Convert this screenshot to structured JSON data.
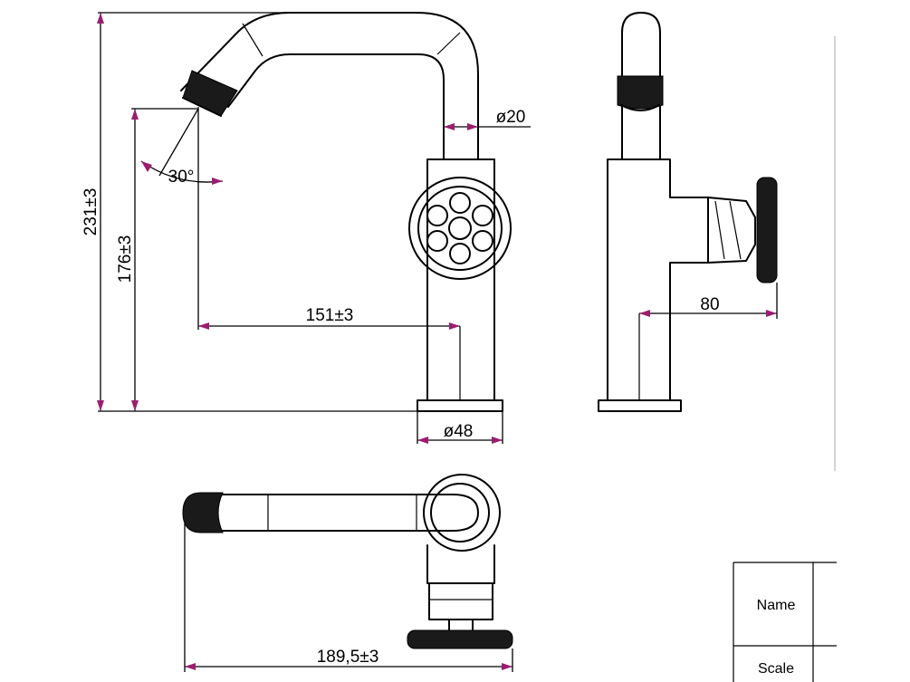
{
  "dimensions": {
    "total_height": "231±3",
    "spout_height": "176±3",
    "spout_reach": "151±3",
    "spout_diameter": "ø20",
    "spout_angle": "30°",
    "base_diameter": "ø48",
    "handle_offset": "80",
    "top_view_length": "189,5±3"
  },
  "title_block": {
    "name_label": "Name",
    "scale_label": "Scale"
  },
  "colors": {
    "line": "#000000",
    "dimension_arrow": "#9b1d6e",
    "background": "#ffffff"
  }
}
